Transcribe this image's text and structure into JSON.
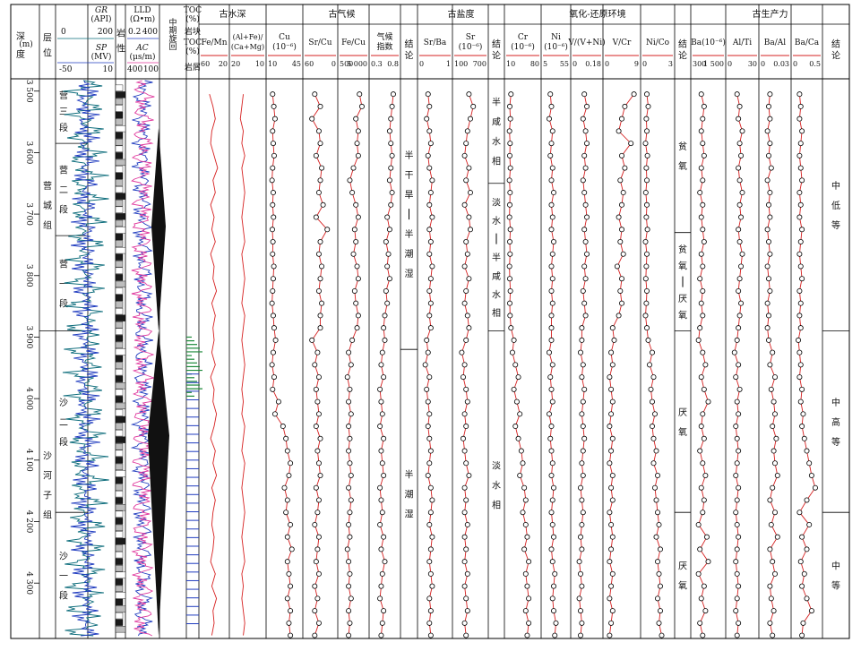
{
  "chart_data": {
    "type": "well-log-panel",
    "depth_range": [
      3480,
      4390
    ],
    "depth_ticks": [
      "3 500",
      "3 600",
      "3 700",
      "3 800",
      "3 900",
      "4 000",
      "4 100",
      "4 200",
      "4 300"
    ],
    "depth_tick_values": [
      3500,
      3600,
      3700,
      3800,
      3900,
      4000,
      4100,
      4200,
      4300
    ],
    "header": {
      "depth": "深度(m)",
      "layer": "层位",
      "lithology": "岩性",
      "cycle": "中期旋回",
      "gr_label": "GR",
      "gr_unit": "(API)",
      "gr_min": "0",
      "gr_max": "200",
      "sp_label": "SP",
      "sp_unit": "(MV)",
      "sp_min": "-50",
      "sp_max": "10",
      "lld_label": "LLD",
      "lld_unit": "(Ω•m)",
      "lld_min": "0.2",
      "lld_max": "400",
      "ac_label": "AC",
      "ac_unit": "(μs/m)",
      "ac_min": "400",
      "ac_max": "100",
      "toc1": "TOC",
      "toc1_unit": "(%)",
      "toc2": "岩块",
      "toc3": "TOC",
      "toc3_unit": "(%)",
      "toc4": "岩屑"
    },
    "groups": [
      {
        "name": "古水深"
      },
      {
        "name": "古气候"
      },
      {
        "name": "古盐度"
      },
      {
        "name": "氧化-还原环境"
      },
      {
        "name": "古生产力"
      }
    ],
    "tracks": [
      {
        "key": "fe_mn",
        "label": "Fe/Mn",
        "min": "60",
        "max": "20",
        "style": "line"
      },
      {
        "key": "alfe_camg",
        "label": "(Al+Fe)/(Ca+Mg)",
        "min": "20",
        "max": "10",
        "style": "line"
      },
      {
        "key": "cu",
        "label": "Cu (10⁻⁶)",
        "min": "10",
        "max": "45",
        "style": "point"
      },
      {
        "key": "sr_cu",
        "label": "Sr/Cu",
        "min": "60",
        "max": "0",
        "style": "point"
      },
      {
        "key": "fe_cu",
        "label": "Fe/Cu",
        "min": "500",
        "max": "5 000",
        "style": "point"
      },
      {
        "key": "climate",
        "label": "气候指数",
        "min": "0.3",
        "max": "0.8",
        "style": "point"
      },
      {
        "key": "sr_ba",
        "label": "Sr/Ba",
        "min": "0",
        "max": "1",
        "style": "point"
      },
      {
        "key": "sr",
        "label": "Sr (10⁻⁶)",
        "min": "100",
        "max": "700",
        "style": "point"
      },
      {
        "key": "cr",
        "label": "Cr (10⁻⁶)",
        "min": "10",
        "max": "80",
        "style": "point"
      },
      {
        "key": "ni",
        "label": "Ni (10⁻⁶)",
        "min": "5",
        "max": "55",
        "style": "point"
      },
      {
        "key": "v_vni",
        "label": "V/(V+Ni)",
        "min": "0",
        "max": "0.18",
        "style": "point"
      },
      {
        "key": "v_cr",
        "label": "V/Cr",
        "min": "0",
        "max": "9",
        "style": "point"
      },
      {
        "key": "ni_co",
        "label": "Ni/Co",
        "min": "0",
        "max": "3",
        "style": "point"
      },
      {
        "key": "ba",
        "label": "Ba(10⁻⁶)",
        "min": "300",
        "max": "1 500",
        "style": "point"
      },
      {
        "key": "al_ti",
        "label": "Al/Ti",
        "min": "0",
        "max": "30",
        "style": "point"
      },
      {
        "key": "ba_al",
        "label": "Ba/Al",
        "min": "0",
        "max": "0.03",
        "style": "point"
      },
      {
        "key": "ba_ca",
        "label": "Ba/Ca",
        "min": "0",
        "max": "0.5",
        "style": "point"
      }
    ],
    "conclusion_label": "结论",
    "layers": [
      {
        "text": "营城组",
        "from": 3480,
        "to": 3890
      },
      {
        "text": "沙河子组",
        "from": 3890,
        "to": 4390
      }
    ],
    "members": [
      {
        "text": "营三段",
        "from": 3480,
        "to": 3585
      },
      {
        "text": "营二段",
        "from": 3585,
        "to": 3735
      },
      {
        "text": "营一段",
        "from": 3735,
        "to": 3890
      },
      {
        "text": "沙二段",
        "from": 3890,
        "to": 4185
      },
      {
        "text": "沙一段",
        "from": 4185,
        "to": 4390
      }
    ],
    "climate_conclusion": [
      {
        "text": "半干旱—半潮湿",
        "from": 3480,
        "to": 3920
      },
      {
        "text": "半潮湿",
        "from": 3920,
        "to": 4390
      }
    ],
    "salinity_conclusion": [
      {
        "text": "半咸水相",
        "from": 3480,
        "to": 3650
      },
      {
        "text": "淡水—半咸水相",
        "from": 3650,
        "to": 3890
      },
      {
        "text": "淡水相",
        "from": 3890,
        "to": 4390
      }
    ],
    "redox_conclusion": [
      {
        "text": "贫氧",
        "from": 3480,
        "to": 3730
      },
      {
        "text": "贫氧—厌氧",
        "from": 3730,
        "to": 3890
      },
      {
        "text": "厌氧",
        "from": 3890,
        "to": 4185
      },
      {
        "text": "厌氧",
        "from": 4185,
        "to": 4390
      }
    ],
    "productivity_conclusion": [
      {
        "text": "中低等",
        "from": 3480,
        "to": 3890
      },
      {
        "text": "中高等",
        "from": 3890,
        "to": 4185
      },
      {
        "text": "中等",
        "from": 4185,
        "to": 4390
      }
    ],
    "sample_depths": [
      3505,
      3525,
      3545,
      3565,
      3585,
      3605,
      3625,
      3645,
      3665,
      3685,
      3705,
      3725,
      3745,
      3765,
      3785,
      3805,
      3825,
      3845,
      3865,
      3885,
      3905,
      3925,
      3945,
      3965,
      3985,
      4005,
      4025,
      4045,
      4065,
      4085,
      4105,
      4125,
      4145,
      4165,
      4185,
      4205,
      4225,
      4245,
      4265,
      4285,
      4305,
      4325,
      4345,
      4365,
      4385
    ],
    "series": {
      "cu": [
        0.1,
        0.14,
        0.18,
        0.1,
        0.12,
        0.15,
        0.1,
        0.08,
        0.12,
        0.1,
        0.13,
        0.09,
        0.11,
        0.1,
        0.14,
        0.12,
        0.1,
        0.08,
        0.12,
        0.15,
        0.2,
        0.12,
        0.08,
        0.15,
        0.1,
        0.3,
        0.18,
        0.45,
        0.55,
        0.6,
        0.7,
        0.65,
        0.5,
        0.6,
        0.55,
        0.7,
        0.6,
        0.75,
        0.6,
        0.65,
        0.7,
        0.6,
        0.7,
        0.65,
        0.7
      ],
      "sr_cu": [
        0.3,
        0.5,
        0.2,
        0.45,
        0.5,
        0.35,
        0.55,
        0.5,
        0.45,
        0.6,
        0.35,
        0.75,
        0.5,
        0.45,
        0.55,
        0.5,
        0.45,
        0.55,
        0.5,
        0.5,
        0.2,
        0.4,
        0.3,
        0.45,
        0.35,
        0.4,
        0.45,
        0.35,
        0.5,
        0.4,
        0.45,
        0.5,
        0.35,
        0.45,
        0.4,
        0.3,
        0.45,
        0.4,
        0.35,
        0.45,
        0.3,
        0.4,
        0.3,
        0.45,
        0.3
      ],
      "fe_cu": [
        0.75,
        0.85,
        0.6,
        0.7,
        0.65,
        0.7,
        0.5,
        0.35,
        0.45,
        0.6,
        0.7,
        0.55,
        0.6,
        0.5,
        0.65,
        0.7,
        0.55,
        0.6,
        0.7,
        0.65,
        0.45,
        0.3,
        0.4,
        0.25,
        0.35,
        0.3,
        0.4,
        0.3,
        0.35,
        0.3,
        0.35,
        0.4,
        0.3,
        0.4,
        0.35,
        0.3,
        0.35,
        0.25,
        0.3,
        0.35,
        0.3,
        0.4,
        0.3,
        0.35,
        0.3
      ],
      "climate": [
        0.85,
        0.8,
        0.75,
        0.7,
        0.75,
        0.8,
        0.75,
        0.7,
        0.8,
        0.75,
        0.6,
        0.7,
        0.55,
        0.65,
        0.6,
        0.7,
        0.55,
        0.6,
        0.5,
        0.45,
        0.5,
        0.4,
        0.35,
        0.45,
        0.3,
        0.35,
        0.4,
        0.3,
        0.45,
        0.35,
        0.4,
        0.45,
        0.3,
        0.35,
        0.4,
        0.3,
        0.45,
        0.35,
        0.5,
        0.4,
        0.35,
        0.3,
        0.45,
        0.4,
        0.35
      ],
      "sr_ba": [
        0.25,
        0.3,
        0.2,
        0.3,
        0.35,
        0.25,
        0.3,
        0.4,
        0.35,
        0.3,
        0.4,
        0.3,
        0.35,
        0.3,
        0.4,
        0.35,
        0.3,
        0.35,
        0.3,
        0.35,
        0.2,
        0.25,
        0.15,
        0.3,
        0.2,
        0.25,
        0.3,
        0.25,
        0.3,
        0.35,
        0.3,
        0.25,
        0.35,
        0.4,
        0.35,
        0.3,
        0.4,
        0.35,
        0.3,
        0.35,
        0.4,
        0.3,
        0.35,
        0.3,
        0.35
      ],
      "sr": [
        0.45,
        0.6,
        0.5,
        0.4,
        0.35,
        0.3,
        0.45,
        0.35,
        0.5,
        0.3,
        0.45,
        0.5,
        0.35,
        0.4,
        0.3,
        0.45,
        0.35,
        0.3,
        0.4,
        0.45,
        0.35,
        0.2,
        0.3,
        0.25,
        0.35,
        0.4,
        0.3,
        0.35,
        0.25,
        0.3,
        0.35,
        0.45,
        0.3,
        0.35,
        0.3,
        0.4,
        0.3,
        0.35,
        0.3,
        0.4,
        0.3,
        0.35,
        0.4,
        0.3,
        0.35
      ],
      "cr": [
        0.1,
        0.06,
        0.08,
        0.05,
        0.07,
        0.06,
        0.08,
        0.05,
        0.07,
        0.06,
        0.05,
        0.08,
        0.06,
        0.07,
        0.05,
        0.06,
        0.08,
        0.06,
        0.07,
        0.1,
        0.2,
        0.15,
        0.25,
        0.35,
        0.2,
        0.3,
        0.4,
        0.25,
        0.35,
        0.45,
        0.5,
        0.4,
        0.55,
        0.6,
        0.5,
        0.6,
        0.65,
        0.55,
        0.7,
        0.6,
        0.65,
        0.7,
        0.6,
        0.7,
        0.65
      ],
      "ni": [
        0.25,
        0.3,
        0.2,
        0.35,
        0.3,
        0.25,
        0.35,
        0.3,
        0.4,
        0.3,
        0.35,
        0.3,
        0.4,
        0.35,
        0.3,
        0.35,
        0.3,
        0.35,
        0.3,
        0.3,
        0.3,
        0.2,
        0.35,
        0.25,
        0.3,
        0.35,
        0.2,
        0.3,
        0.25,
        0.3,
        0.35,
        0.3,
        0.4,
        0.35,
        0.3,
        0.35,
        0.4,
        0.3,
        0.35,
        0.45,
        0.4,
        0.35,
        0.4,
        0.5,
        0.45
      ],
      "v_vni": [
        0.4,
        0.5,
        0.35,
        0.45,
        0.5,
        0.4,
        0.45,
        0.35,
        0.4,
        0.45,
        0.5,
        0.4,
        0.45,
        0.5,
        0.4,
        0.45,
        0.35,
        0.4,
        0.45,
        0.3,
        0.3,
        0.25,
        0.35,
        0.3,
        0.4,
        0.35,
        0.3,
        0.35,
        0.4,
        0.35,
        0.3,
        0.35,
        0.25,
        0.3,
        0.35,
        0.3,
        0.25,
        0.3,
        0.2,
        0.25,
        0.3,
        0.2,
        0.25,
        0.3,
        0.25
      ],
      "v_cr": [
        0.9,
        0.6,
        0.5,
        0.4,
        0.8,
        0.5,
        0.6,
        0.45,
        0.55,
        0.5,
        0.4,
        0.5,
        0.45,
        0.55,
        0.35,
        0.5,
        0.45,
        0.5,
        0.4,
        0.2,
        0.25,
        0.15,
        0.2,
        0.1,
        0.15,
        0.2,
        0.15,
        0.1,
        0.2,
        0.15,
        0.1,
        0.2,
        0.15,
        0.2,
        0.1,
        0.15,
        0.2,
        0.15,
        0.1,
        0.2,
        0.15,
        0.1,
        0.2,
        0.15,
        0.1
      ],
      "ni_co": [
        0.1,
        0.15,
        0.08,
        0.1,
        0.05,
        0.12,
        0.08,
        0.1,
        0.06,
        0.1,
        0.08,
        0.12,
        0.05,
        0.1,
        0.08,
        0.06,
        0.1,
        0.08,
        0.05,
        0.1,
        0.15,
        0.3,
        0.2,
        0.35,
        0.25,
        0.3,
        0.4,
        0.3,
        0.35,
        0.45,
        0.35,
        0.5,
        0.4,
        0.45,
        0.5,
        0.55,
        0.45,
        0.6,
        0.5,
        0.55,
        0.6,
        0.5,
        0.6,
        0.55,
        0.65
      ],
      "ba": [
        0.25,
        0.35,
        0.3,
        0.25,
        0.3,
        0.35,
        0.25,
        0.3,
        0.2,
        0.3,
        0.25,
        0.3,
        0.35,
        0.25,
        0.3,
        0.2,
        0.3,
        0.25,
        0.3,
        0.2,
        0.15,
        0.3,
        0.4,
        0.25,
        0.35,
        0.5,
        0.3,
        0.25,
        0.35,
        0.2,
        0.3,
        0.4,
        0.25,
        0.35,
        0.3,
        0.15,
        0.45,
        0.2,
        0.5,
        0.15,
        0.35,
        0.25,
        0.4,
        0.2,
        0.3
      ],
      "al_ti": [
        0.3,
        0.4,
        0.35,
        0.5,
        0.4,
        0.45,
        0.35,
        0.4,
        0.5,
        0.4,
        0.45,
        0.35,
        0.4,
        0.5,
        0.45,
        0.4,
        0.35,
        0.45,
        0.4,
        0.35,
        0.3,
        0.2,
        0.35,
        0.25,
        0.4,
        0.3,
        0.35,
        0.25,
        0.3,
        0.35,
        0.3,
        0.25,
        0.35,
        0.3,
        0.25,
        0.3,
        0.35,
        0.3,
        0.25,
        0.3,
        0.35,
        0.3,
        0.25,
        0.35,
        0.3
      ],
      "ba_al": [
        0.3,
        0.25,
        0.3,
        0.2,
        0.3,
        0.25,
        0.35,
        0.2,
        0.3,
        0.25,
        0.3,
        0.2,
        0.25,
        0.3,
        0.2,
        0.25,
        0.3,
        0.2,
        0.25,
        0.2,
        0.25,
        0.4,
        0.3,
        0.5,
        0.35,
        0.45,
        0.5,
        0.4,
        0.55,
        0.45,
        0.5,
        0.6,
        0.4,
        0.3,
        0.5,
        0.35,
        0.6,
        0.3,
        0.4,
        0.5,
        0.3,
        0.35,
        0.45,
        0.3,
        0.4
      ],
      "ba_ca": [
        0.2,
        0.25,
        0.2,
        0.3,
        0.25,
        0.2,
        0.25,
        0.3,
        0.2,
        0.25,
        0.2,
        0.3,
        0.25,
        0.2,
        0.25,
        0.3,
        0.2,
        0.25,
        0.2,
        0.25,
        0.15,
        0.2,
        0.25,
        0.2,
        0.3,
        0.25,
        0.35,
        0.3,
        0.4,
        0.5,
        0.6,
        0.7,
        0.85,
        0.5,
        0.2,
        0.6,
        0.3,
        0.5,
        0.25,
        0.4,
        0.3,
        0.5,
        0.7,
        0.35,
        0.3
      ],
      "fe_mn_line": [
        0.3,
        0.45,
        0.55,
        0.4,
        0.35,
        0.5,
        0.65,
        0.45,
        0.55,
        0.35,
        0.5,
        0.4,
        0.55,
        0.35,
        0.5,
        0.45,
        0.6,
        0.4,
        0.55,
        0.45,
        0.5,
        0.4,
        0.55,
        0.35,
        0.5,
        0.45,
        0.6,
        0.5,
        0.35,
        0.55,
        0.45,
        0.6,
        0.4,
        0.55,
        0.45,
        0.4,
        0.5,
        0.45,
        0.35,
        0.55,
        0.4,
        0.6,
        0.45,
        0.5,
        0.4
      ],
      "alfe_line": [
        0.35,
        0.3,
        0.25,
        0.35,
        0.3,
        0.4,
        0.3,
        0.35,
        0.4,
        0.35,
        0.3,
        0.35,
        0.4,
        0.3,
        0.35,
        0.4,
        0.35,
        0.3,
        0.4,
        0.35,
        0.3,
        0.35,
        0.4,
        0.35,
        0.3,
        0.35,
        0.3,
        0.4,
        0.35,
        0.3,
        0.4,
        0.35,
        0.3,
        0.35,
        0.4,
        0.35,
        0.3,
        0.35,
        0.4,
        0.3,
        0.35,
        0.3,
        0.35,
        0.4,
        0.35
      ]
    },
    "colors": {
      "frame": "#000000",
      "red": "#d62020",
      "gr": "#0a6b7a",
      "sp": "#1f3bbf",
      "lld": "#1f3bbf",
      "ac": "#e0379d",
      "toc_block": "#1d8a3a",
      "toc_cutting": "#1f3bbf"
    }
  }
}
